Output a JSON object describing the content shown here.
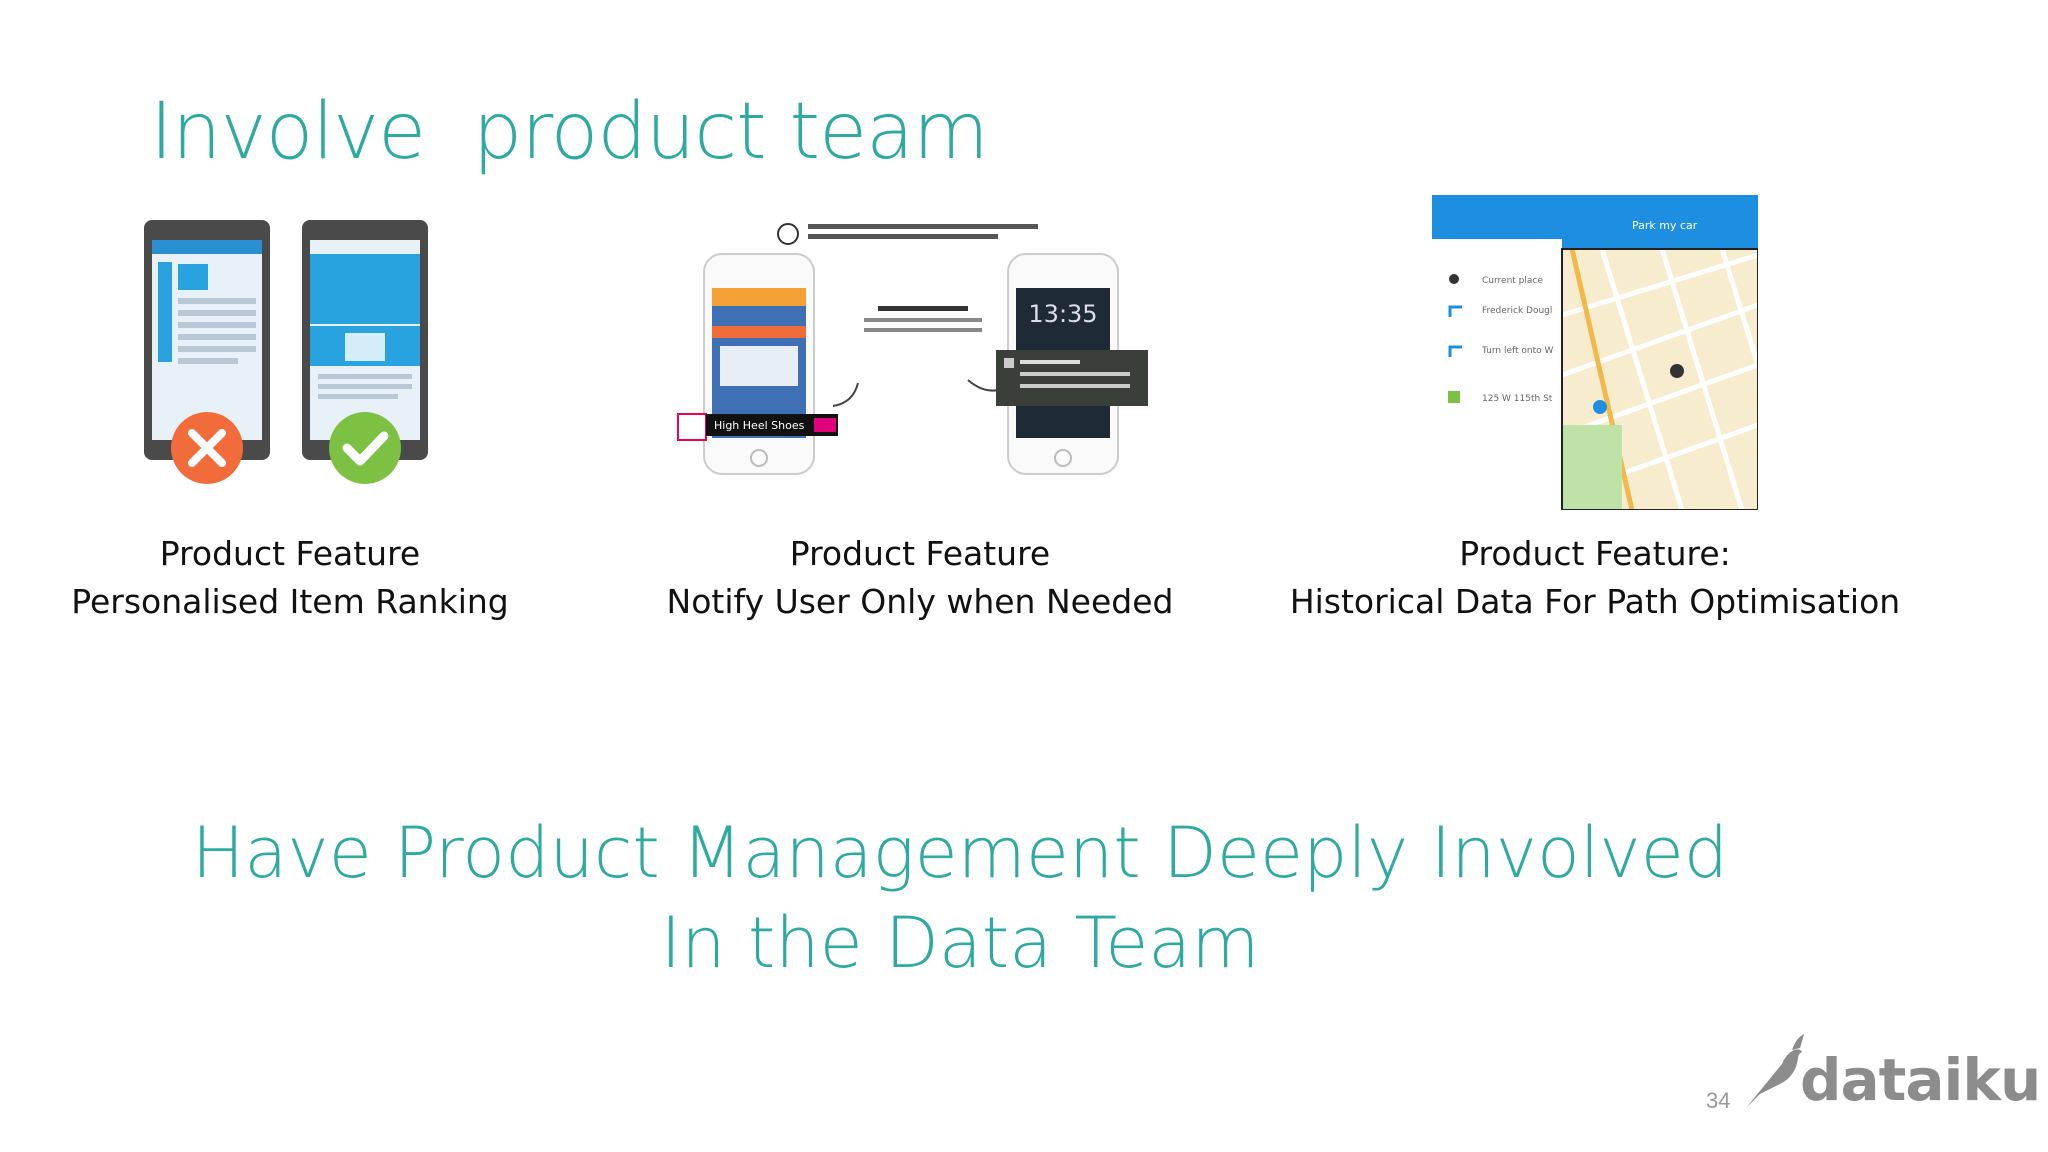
{
  "slide": {
    "title": "Involve  product team",
    "features": [
      {
        "line1": "Product Feature",
        "line2": "Personalised Item Ranking"
      },
      {
        "line1": "Product Feature",
        "line2": "Notify User Only when Needed"
      },
      {
        "line1": "Product Feature:",
        "line2": "Historical Data For Path Optimisation"
      }
    ],
    "tagline": {
      "line1": "Have Product Management Deeply Involved",
      "line2": "In the Data Team"
    },
    "page_number": "34",
    "brand": "dataiku"
  },
  "illustrations": {
    "phone_ad": {
      "time": "13:35",
      "banner": "High Heel Shoes"
    },
    "map": {
      "header": "Park my car",
      "directions": [
        "Current place",
        "Frederick Dougl",
        "Turn left onto W",
        "125 W 115th St"
      ]
    }
  },
  "colors": {
    "accent": "#2eaaa0",
    "reject": "#f26b3a",
    "approve": "#7cc142",
    "screen": "#29a3e0"
  }
}
